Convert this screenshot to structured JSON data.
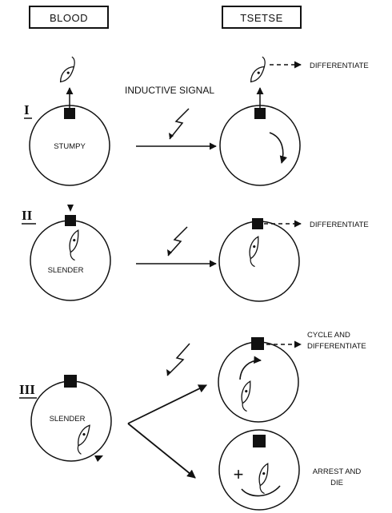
{
  "headers": {
    "blood": "BLOOD",
    "tsetse": "TSETSE"
  },
  "inductive_signal": "INDUCTIVE SIGNAL",
  "rows": [
    {
      "numeral": "I",
      "cell_label": "STUMPY",
      "outcome": "DIFFERENTIATE"
    },
    {
      "numeral": "II",
      "cell_label": "SLENDER",
      "outcome": "DIFFERENTIATE"
    },
    {
      "numeral": "III",
      "cell_label": "SLENDER",
      "outcome_top": [
        "CYCLE AND",
        "DIFFERENTIATE"
      ],
      "outcome_bottom": [
        "ARREST AND",
        "DIE"
      ]
    }
  ],
  "plus_sign": "+"
}
